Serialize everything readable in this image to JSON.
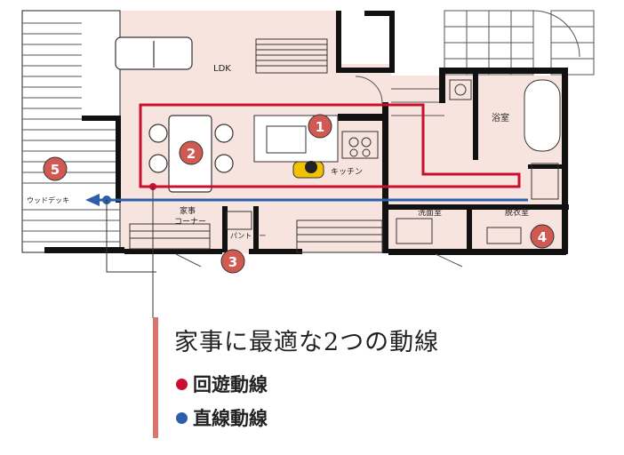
{
  "colors": {
    "floor": "#f8e4df",
    "wall": "#111111",
    "circulation_route": "#c8102e",
    "straight_route": "#2f5ea8",
    "badge": "#d05a52"
  },
  "rooms": {
    "ldk": "LDK",
    "kitchen": "キッチン",
    "bath": "浴室",
    "washroom": "洗面室",
    "dressing": "脱衣室",
    "housework": [
      "家事",
      "コーナー"
    ],
    "pantry": "パントリー",
    "deck": "ウッドデッキ"
  },
  "markers": [
    "1",
    "2",
    "3",
    "4",
    "5"
  ],
  "legend": {
    "title": "家事に最適な2つの動線",
    "items": [
      {
        "label": "回遊動線",
        "color": "#c8102e"
      },
      {
        "label": "直線動線",
        "color": "#2f5ea8"
      }
    ]
  }
}
